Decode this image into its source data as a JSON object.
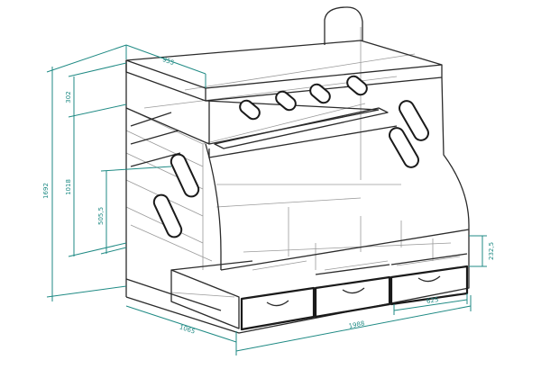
{
  "dimensions": {
    "total_height": "1692",
    "upper_rail": "302",
    "lower_rail": "1018",
    "ladder_step": "505,5",
    "depth_top": "955",
    "depth_bottom": "1065",
    "width": "1988",
    "drawer_height": "232,5",
    "drawer_width": "625"
  },
  "colors": {
    "dimension_lines": "#1f8a84",
    "outline": "#1a1a1a"
  }
}
